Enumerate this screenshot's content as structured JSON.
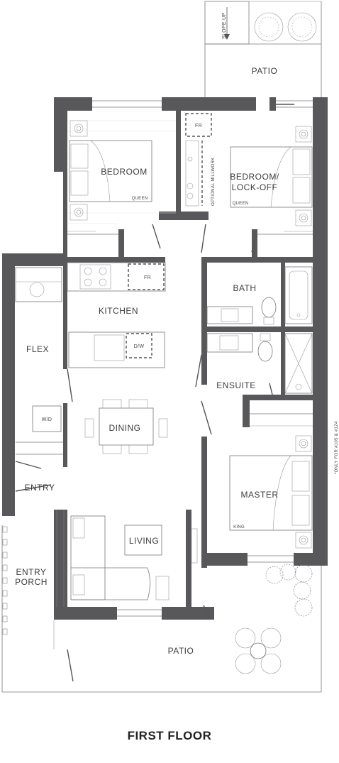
{
  "plan": {
    "title": "FIRST FLOOR",
    "note": "*ONLY FOR #105 & #124",
    "rooms": {
      "patio_top": "PATIO",
      "bedroom": "BEDROOM",
      "bedroom_lockoff_line1": "BEDROOM/",
      "bedroom_lockoff_line2": "LOCK-OFF",
      "kitchen": "KITCHEN",
      "bath": "BATH",
      "flex": "FLEX",
      "ensuite": "ENSUITE",
      "dining": "DINING",
      "master": "MASTER",
      "entry": "ENTRY",
      "living": "LIVING",
      "entry_porch_line1": "ENTRY",
      "entry_porch_line2": "PORCH",
      "patio_bottom": "PATIO"
    },
    "labels": {
      "slope_up": "SLOPE UP",
      "fridge_top": "FR",
      "fridge_kitchen": "FR",
      "optional_millwork": "OPTIONAL MILLWORK",
      "queen_1": "QUEEN",
      "queen_2": "QUEEN",
      "dishwasher": "D/W",
      "washer_dryer": "W/D",
      "king": "KING"
    },
    "colors": {
      "wall": "#58585a",
      "line": "#777777",
      "text": "#3d3d3d"
    }
  }
}
